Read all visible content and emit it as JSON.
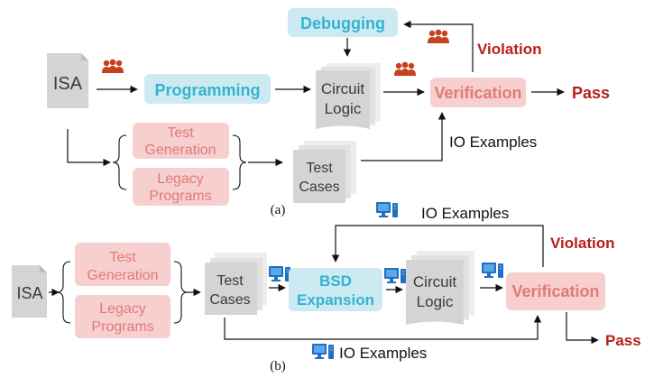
{
  "panel_a": {
    "caption": "(a)",
    "isa": "ISA",
    "debugging": "Debugging",
    "programming": "Programming",
    "circuit_line1": "Circuit",
    "circuit_line2": "Logic",
    "verification": "Verification",
    "violation": "Violation",
    "pass": "Pass",
    "test_generation_line1": "Test",
    "test_generation_line2": "Generation",
    "legacy_line1": "Legacy",
    "legacy_line2": "Programs",
    "test_cases_line1": "Test",
    "test_cases_line2": "Cases",
    "io_examples": "IO Examples"
  },
  "panel_b": {
    "caption": "(b)",
    "isa": "ISA",
    "test_generation_line1": "Test",
    "test_generation_line2": "Generation",
    "legacy_line1": "Legacy",
    "legacy_line2": "Programs",
    "test_cases_line1": "Test",
    "test_cases_line2": "Cases",
    "bsd_line1": "BSD",
    "bsd_line2": "Expansion",
    "circuit_line1": "Circuit",
    "circuit_line2": "Logic",
    "verification": "Verification",
    "violation": "Violation",
    "pass": "Pass",
    "io_examples_top": "IO Examples",
    "io_examples_bottom": "IO Examples"
  },
  "colors": {
    "blue_box": "#cdeaf2",
    "blue_text": "#35b3cf",
    "pink_box": "#f7cfcf",
    "pink_text": "#e07a78",
    "red_text": "#b81f1c",
    "doc_gray": "#d4d4d6",
    "doc_text": "#3a3a3a",
    "arrow": "#111111",
    "human_icon": "#c8411f",
    "computer_icon": "#1f6fc2"
  },
  "icons": {
    "human": "human-team-icon",
    "computer": "computer-icon"
  }
}
